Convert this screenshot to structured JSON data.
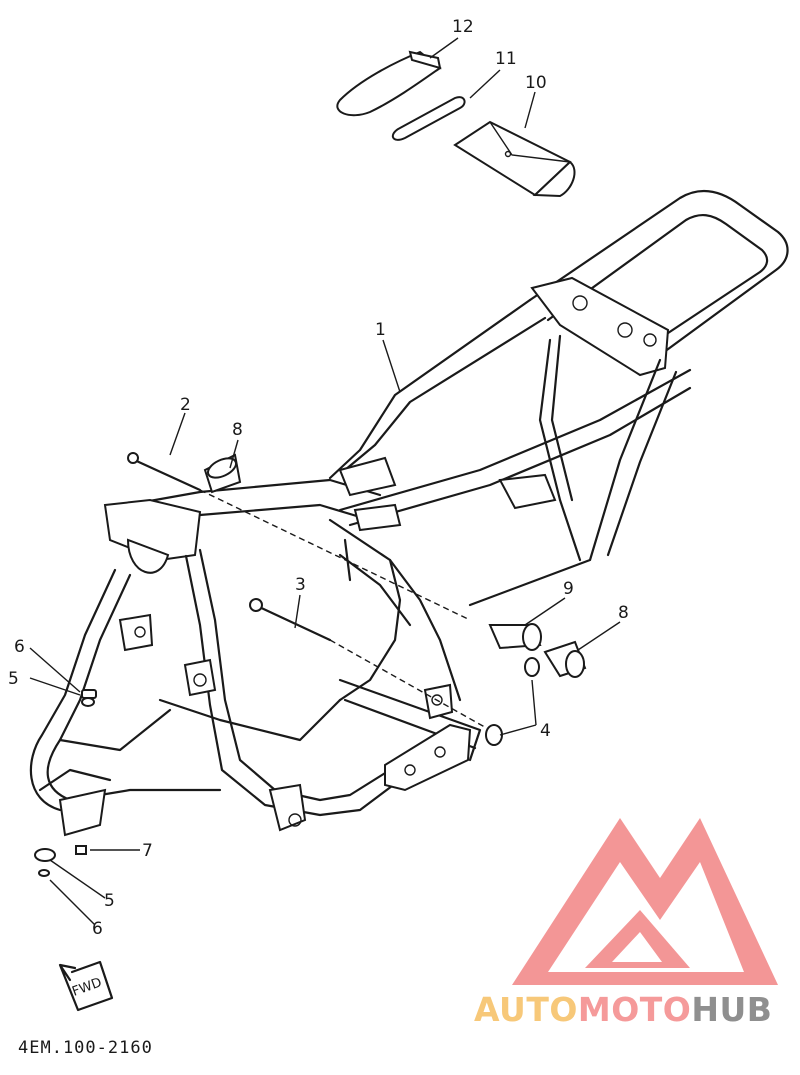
{
  "diagram": {
    "drawing_code": "4EM.100-2160",
    "watermark": {
      "word_a": "AUTO",
      "word_b": "MOTO",
      "word_c": "HUB",
      "colors": {
        "logo": "#f28b8b",
        "auto": "#f7c879",
        "moto": "#f59a9a",
        "hub": "#8f8f8f"
      }
    },
    "fwd_mark": "FWD",
    "callouts": {
      "c1": "1",
      "c2": "2",
      "c3": "3",
      "c4": "4",
      "c5a": "5",
      "c5b": "5",
      "c6a": "6",
      "c6b": "6",
      "c7": "7",
      "c8a": "8",
      "c8b": "8",
      "c9": "9",
      "c10": "10",
      "c11": "11",
      "c12": "12"
    }
  }
}
